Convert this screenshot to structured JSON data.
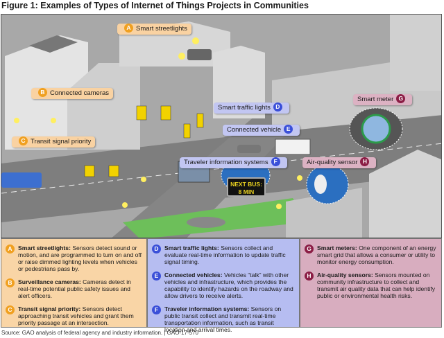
{
  "title": "Figure 1: Examples of Types of Internet of Things Projects in Communities",
  "callouts": {
    "a": {
      "letter": "A",
      "label": "Smart streetlights"
    },
    "b": {
      "letter": "B",
      "label": "Connected cameras"
    },
    "c": {
      "letter": "C",
      "label": "Transit signal priority"
    },
    "d": {
      "letter": "D",
      "label": "Smart traffic lights"
    },
    "e": {
      "letter": "E",
      "label": "Connected vehicle"
    },
    "f": {
      "letter": "F",
      "label": "Traveler information systems"
    },
    "g": {
      "letter": "G",
      "label": "Smart meter"
    },
    "h": {
      "letter": "H",
      "label": "Air-quality sensor"
    }
  },
  "sign": {
    "line1": "NEXT BUS:",
    "line2": "8 MIN"
  },
  "legend": {
    "left": [
      {
        "letter": "A",
        "term": "Smart streetlights:",
        "desc": "Sensors detect sound or motion, and are programmed to turn on and off or raise dimmed lighting levels when vehicles or pedestrians pass by."
      },
      {
        "letter": "B",
        "term": "Surveillance cameras:",
        "desc": "Cameras detect in real-time potential public safety issues and alert officers."
      },
      {
        "letter": "C",
        "term": "Transit signal priority:",
        "desc": "Sensors detect approaching transit vehicles and grant them priority passage at an intersection."
      }
    ],
    "middle": [
      {
        "letter": "D",
        "term": "Smart traffic lights:",
        "desc": "Sensors collect and evaluate real-time information to update traffic signal timing."
      },
      {
        "letter": "E",
        "term": "Connected vehicles:",
        "desc": "Vehicles “talk” with other vehicles and infrastructure, which provides the capability to identify hazards on the roadway and allow drivers to receive alerts."
      },
      {
        "letter": "F",
        "term": "Traveler information systems:",
        "desc": "Sensors on public transit collect and transmit real-time transportation information, such as transit location and arrival times."
      }
    ],
    "right": [
      {
        "letter": "G",
        "term": "Smart meters:",
        "desc": "One component of an energy smart grid that allows a consumer or utility to monitor energy consumption."
      },
      {
        "letter": "H",
        "term": "Air-quality sensors:",
        "desc": "Sensors mounted on community infrastructure to collect and transmit air quality data that can help identify public or environmental health risks."
      }
    ]
  },
  "source": "Source: GAO analysis of federal agency and industry information.  |  GAO-17-570",
  "colors": {
    "orange": "#f0a020",
    "blue": "#3a4fd8",
    "maroon": "#8b1d45"
  }
}
